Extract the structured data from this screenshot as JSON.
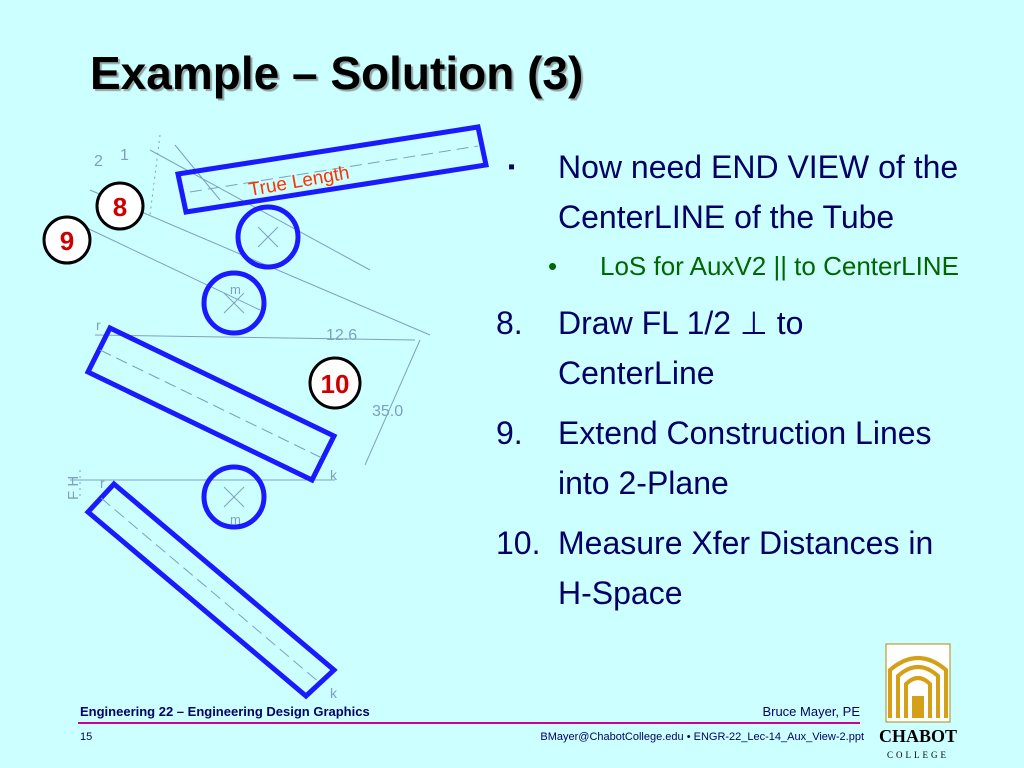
{
  "slide": {
    "title": "Example – Solution (3)"
  },
  "drawing": {
    "true_length_label": "True Length",
    "step_markers": [
      "8",
      "9",
      "10"
    ],
    "dimension_1": "12.6",
    "dimension_2": "35.0",
    "fold_labels": {
      "top_left_2": "2",
      "top_left_1": "1",
      "f_h": "F H"
    },
    "point_labels": {
      "r": "r",
      "k": "k",
      "m": "m"
    },
    "colors": {
      "outline": "#1a1aff",
      "construction": "#7f9fbf",
      "true_length_text": "#ff3300",
      "marker_text": "#cc0000"
    }
  },
  "content": {
    "items": [
      {
        "marker": "▪",
        "text": "Now need END VIEW of the CenterLINE of the Tube"
      },
      {
        "marker": "•",
        "text": "LoS for AuxV2 || to CenterLINE",
        "level": 2
      },
      {
        "marker": "8.",
        "text": "Draw FL 1/2 ⊥ to CenterLine"
      },
      {
        "marker": "9.",
        "text": "Extend Construction Lines into 2-Plane"
      },
      {
        "marker": "10.",
        "text": "Measure Xfer Distances in H-Space"
      }
    ]
  },
  "footer": {
    "course": "Engineering 22 – Engineering Design Graphics",
    "author": "Bruce Mayer, PE",
    "page": "15",
    "file": "BMayer@ChabotCollege.edu  • ENGR-22_Lec-14_Aux_View-2.ppt",
    "logo_name": "CHABOT",
    "logo_sub": "COLLEGE"
  }
}
